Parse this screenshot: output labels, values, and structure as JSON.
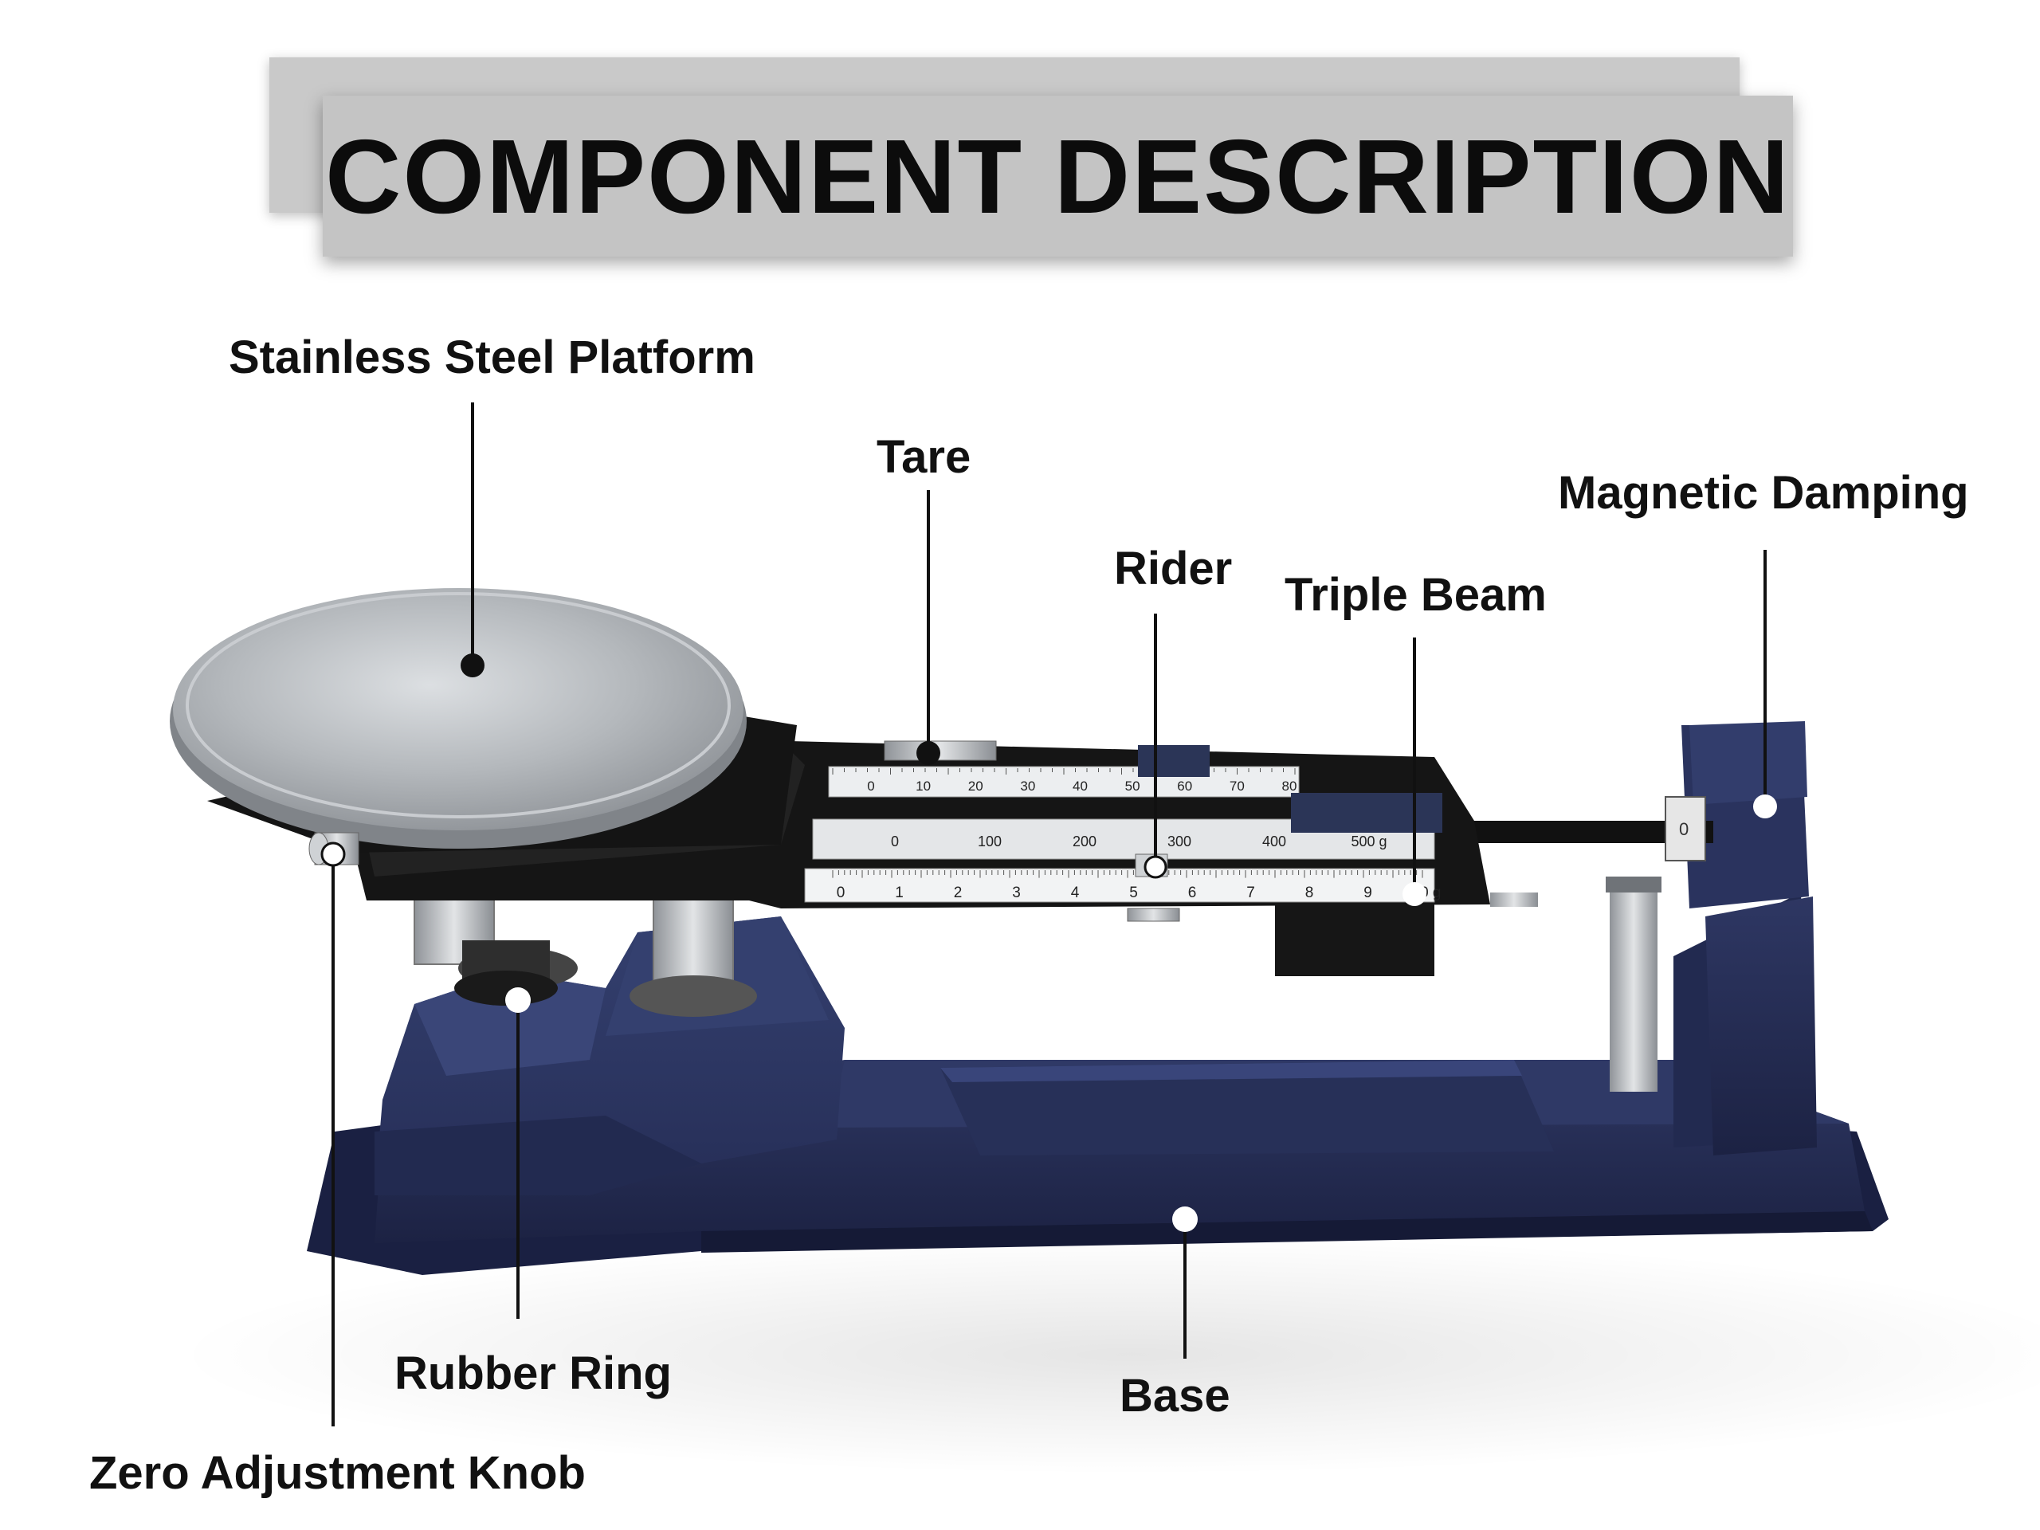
{
  "title": "COMPONENT DESCRIPTION",
  "labels": {
    "platform": "Stainless Steel Platform",
    "tare": "Tare",
    "magnetic_damping": "Magnetic Damping",
    "rider": "Rider",
    "triple_beam": "Triple Beam",
    "rubber_ring": "Rubber Ring",
    "base": "Base",
    "zero_knob": "Zero Adjustment Knob"
  },
  "beam_scales": {
    "top": [
      "0",
      "10",
      "20",
      "30",
      "40",
      "50",
      "60",
      "70",
      "80"
    ],
    "middle": [
      "0",
      "100",
      "200",
      "300",
      "400",
      "500 g"
    ],
    "bottom": [
      "0",
      "1",
      "2",
      "3",
      "4",
      "5",
      "6",
      "7",
      "8",
      "9",
      "10 g"
    ]
  },
  "damper_digit": "0",
  "colors": {
    "base_navy": "#232b4f",
    "beam_black": "#141414",
    "steel": "#b9bcbf",
    "banner_gray": "#c4c4c4"
  }
}
